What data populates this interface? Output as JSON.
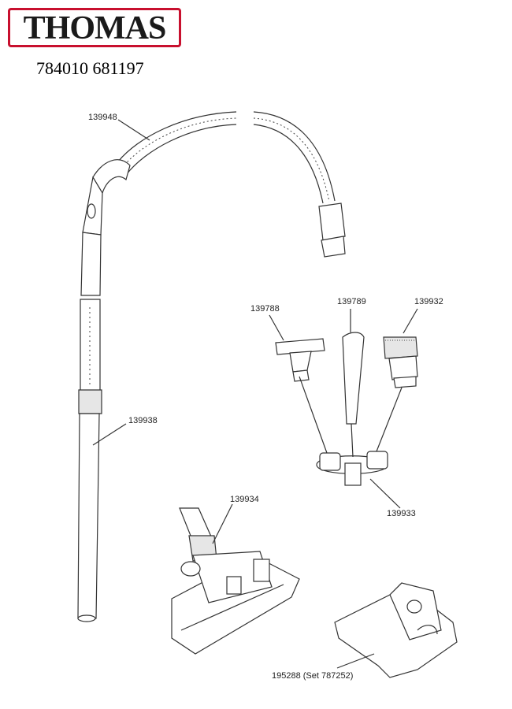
{
  "brand": {
    "logo_text": "THOMAS",
    "accent_color": "#c8102e"
  },
  "model_numbers": "784010 681197",
  "parts": {
    "hose": "139948",
    "telescopic_tube": "139938",
    "upholstery_nozzle": "139788",
    "crevice_tool": "139789",
    "dusting_brush": "139932",
    "accessory_holder": "139933",
    "floor_nozzle": "139934",
    "dust_bag": "195288 (Set 787252)"
  }
}
